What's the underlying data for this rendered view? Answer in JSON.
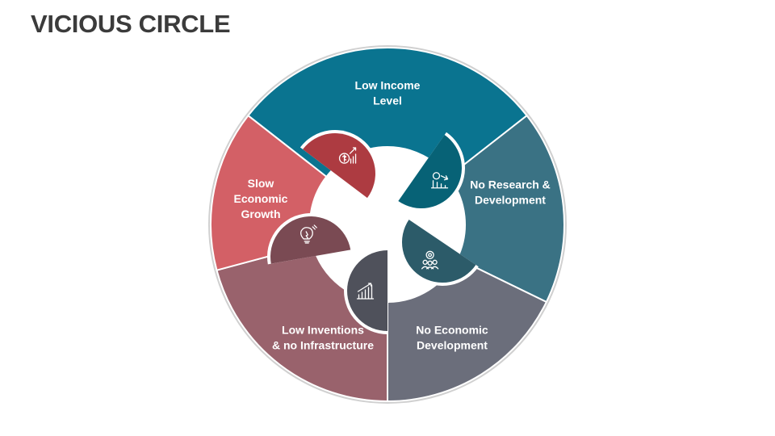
{
  "title": "VICIOUS CIRCLE",
  "segments": [
    {
      "id": "low-income",
      "lines": [
        "Low Income",
        "Level"
      ],
      "color": "#0a7490",
      "icon": "chart-down-icon"
    },
    {
      "id": "no-research",
      "lines": [
        "No Research &",
        "Development"
      ],
      "color": "#3a7284",
      "icon": "team-research-icon"
    },
    {
      "id": "no-economic",
      "lines": [
        "No Economic",
        "Development"
      ],
      "color": "#6b6e7b",
      "icon": "bar-chart-icon"
    },
    {
      "id": "low-inventions",
      "lines": [
        "Low Inventions",
        "& no Infrastructure"
      ],
      "color": "#99626c",
      "icon": "lightbulb-icon"
    },
    {
      "id": "slow-growth",
      "lines": [
        "Slow",
        "Economic",
        "Growth"
      ],
      "color": "#d36066",
      "icon": "money-growth-icon"
    }
  ],
  "icon_colors": [
    "#076276",
    "#2c5b69",
    "#4f515b",
    "#7a4a53",
    "#ad3b41"
  ],
  "border_color": "#cfcfcf"
}
